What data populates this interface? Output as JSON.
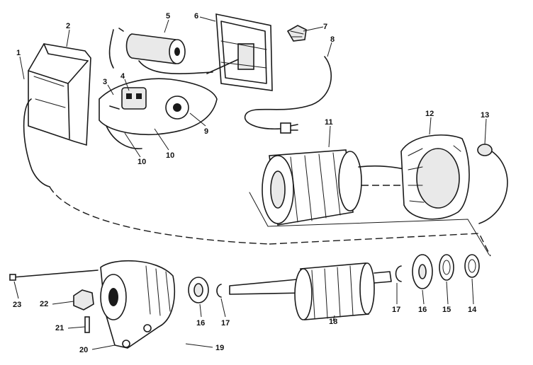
{
  "diagram": {
    "callouts": {
      "c1": "1",
      "c2": "2",
      "c3": "3",
      "c4": "4",
      "c5": "5",
      "c6": "6",
      "c7": "7",
      "c8": "8",
      "c9": "9",
      "c10a": "10",
      "c10b": "10",
      "c11": "11",
      "c12": "12",
      "c13": "13",
      "c14": "14",
      "c15": "15",
      "c16a": "16",
      "c16b": "16",
      "c17a": "17",
      "c17b": "17",
      "c18": "18",
      "c19": "19",
      "c20": "20",
      "c21": "21",
      "c22": "22",
      "c23": "23"
    }
  }
}
